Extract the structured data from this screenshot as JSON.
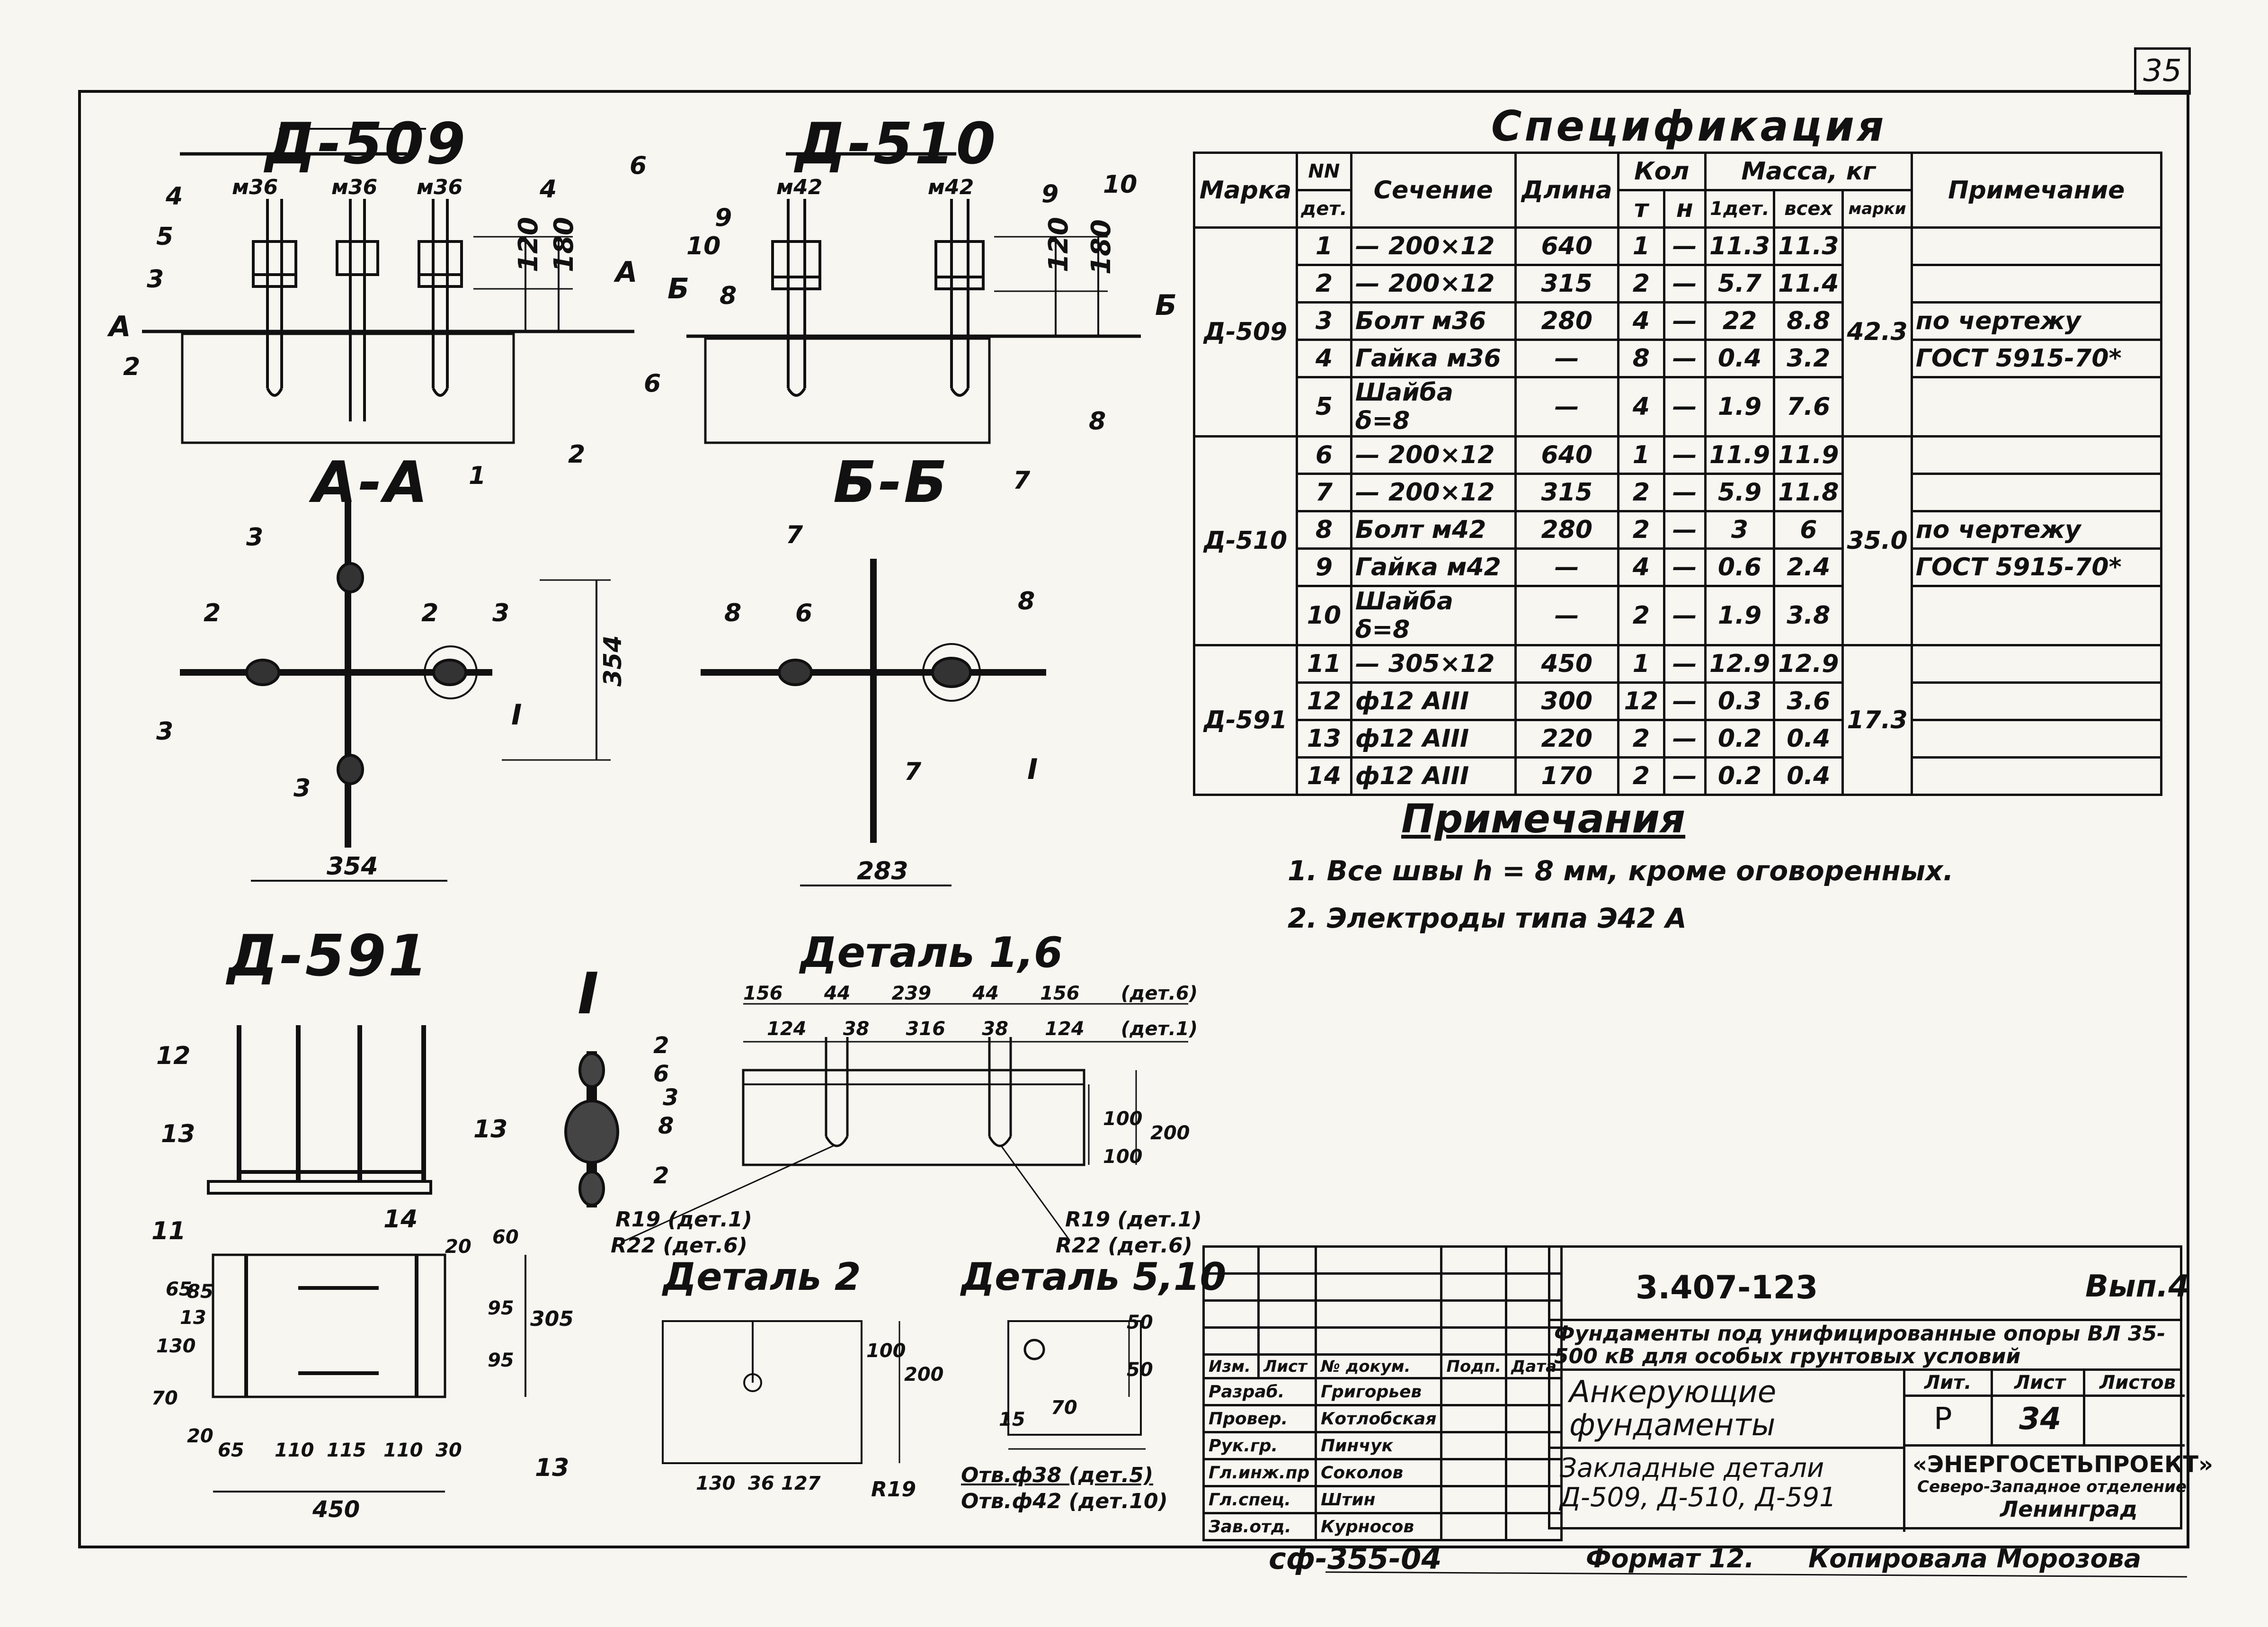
{
  "page_number": "35",
  "drawings": {
    "d509": {
      "title": "Д-509",
      "bolts": [
        "м36",
        "м36",
        "м36"
      ],
      "callouts": [
        "4",
        "5",
        "3",
        "2",
        "6",
        "4",
        "1",
        "2",
        "А",
        "А"
      ],
      "dims": [
        "120",
        "180"
      ]
    },
    "d510": {
      "title": "Д-510",
      "bolts": [
        "м42",
        "м42"
      ],
      "callouts": [
        "9",
        "10",
        "8",
        "6",
        "9",
        "10",
        "8",
        "7",
        "Б",
        "Б"
      ],
      "dims": [
        "120",
        "180"
      ]
    },
    "aa": {
      "title": "А-А",
      "callouts": [
        "3",
        "2",
        "2",
        "3",
        "3",
        "3",
        "I"
      ],
      "dims": [
        "354",
        "354"
      ]
    },
    "bb": {
      "title": "Б-Б",
      "callouts": [
        "7",
        "8",
        "6",
        "8",
        "7",
        "I"
      ],
      "dims": [
        "283"
      ]
    },
    "d591": {
      "title": "Д-591",
      "callouts": [
        "12",
        "13",
        "13",
        "11",
        "14",
        "13"
      ],
      "dims": [
        "65",
        "85",
        "13",
        "130",
        "95",
        "95",
        "305",
        "20",
        "65",
        "110",
        "115",
        "110",
        "30",
        "450",
        "70",
        "20",
        "60"
      ]
    },
    "detail_i": {
      "title": "I",
      "callouts": [
        "2",
        "6",
        "3",
        "8",
        "2"
      ]
    },
    "detail16": {
      "title": "Деталь 1,6",
      "row1": [
        "156",
        "44",
        "239",
        "44",
        "156",
        "(дет.6)"
      ],
      "row2": [
        "124",
        "38",
        "316",
        "38",
        "124",
        "(дет.1)"
      ],
      "dims": [
        "100",
        "100",
        "200"
      ],
      "r_left": [
        "R19 (дет.1)",
        "R22 (дет.6)"
      ],
      "r_right": [
        "R19 (дет.1)",
        "R22 (дет.6)"
      ]
    },
    "detail2": {
      "title": "Деталь 2",
      "dims": [
        "100",
        "200",
        "130",
        "36",
        "127"
      ],
      "r": "R19"
    },
    "detail510": {
      "title": "Деталь 5,10",
      "dims": [
        "50",
        "50",
        "70",
        "15"
      ],
      "notes": [
        "Отв.ф38 (дет.5)",
        "Отв.ф42 (дет.10)"
      ]
    }
  },
  "spec": {
    "title": "Спецификация",
    "headers": {
      "mark": "Марка",
      "nn": "NN",
      "nn2": "дет.",
      "section": "Сечение",
      "length": "Длина",
      "qty": "Кол",
      "qty_t": "т",
      "qty_n": "н",
      "mass": "Масса, кг",
      "m1": "1дет.",
      "m2": "всех",
      "m3": "марки",
      "note": "Примечание"
    },
    "groups": [
      {
        "mark": "Д-509",
        "total": "42.3",
        "rows": [
          {
            "n": "1",
            "section": "— 200×12",
            "length": "640",
            "t": "1",
            "h": "—",
            "m1": "11.3",
            "m2": "11.3",
            "note": ""
          },
          {
            "n": "2",
            "section": "— 200×12",
            "length": "315",
            "t": "2",
            "h": "—",
            "m1": "5.7",
            "m2": "11.4",
            "note": ""
          },
          {
            "n": "3",
            "section": "Болт м36",
            "length": "280",
            "t": "4",
            "h": "—",
            "m1": "22",
            "m2": "8.8",
            "note": "по чертежу"
          },
          {
            "n": "4",
            "section": "Гайка м36",
            "length": "—",
            "t": "8",
            "h": "—",
            "m1": "0.4",
            "m2": "3.2",
            "note": "ГОСТ 5915-70*"
          },
          {
            "n": "5",
            "section": "Шайба δ=8",
            "length": "—",
            "t": "4",
            "h": "—",
            "m1": "1.9",
            "m2": "7.6",
            "note": ""
          }
        ]
      },
      {
        "mark": "Д-510",
        "total": "35.0",
        "rows": [
          {
            "n": "6",
            "section": "— 200×12",
            "length": "640",
            "t": "1",
            "h": "—",
            "m1": "11.9",
            "m2": "11.9",
            "note": ""
          },
          {
            "n": "7",
            "section": "— 200×12",
            "length": "315",
            "t": "2",
            "h": "—",
            "m1": "5.9",
            "m2": "11.8",
            "note": ""
          },
          {
            "n": "8",
            "section": "Болт м42",
            "length": "280",
            "t": "2",
            "h": "—",
            "m1": "3",
            "m2": "6",
            "note": "по чертежу"
          },
          {
            "n": "9",
            "section": "Гайка м42",
            "length": "—",
            "t": "4",
            "h": "—",
            "m1": "0.6",
            "m2": "2.4",
            "note": "ГОСТ 5915-70*"
          },
          {
            "n": "10",
            "section": "Шайба δ=8",
            "length": "—",
            "t": "2",
            "h": "—",
            "m1": "1.9",
            "m2": "3.8",
            "note": ""
          }
        ]
      },
      {
        "mark": "Д-591",
        "total": "17.3",
        "rows": [
          {
            "n": "11",
            "section": "— 305×12",
            "length": "450",
            "t": "1",
            "h": "—",
            "m1": "12.9",
            "m2": "12.9",
            "note": ""
          },
          {
            "n": "12",
            "section": "ф12 АIII",
            "length": "300",
            "t": "12",
            "h": "—",
            "m1": "0.3",
            "m2": "3.6",
            "note": ""
          },
          {
            "n": "13",
            "section": "ф12 АIII",
            "length": "220",
            "t": "2",
            "h": "—",
            "m1": "0.2",
            "m2": "0.4",
            "note": ""
          },
          {
            "n": "14",
            "section": "ф12 АIII",
            "length": "170",
            "t": "2",
            "h": "—",
            "m1": "0.2",
            "m2": "0.4",
            "note": ""
          }
        ]
      }
    ]
  },
  "notes": {
    "title": "Примечания",
    "items": [
      "1. Все швы   h = 8 мм, кроме оговоренных.",
      "2. Электроды типа  Э42 А"
    ]
  },
  "title_block": {
    "doc_code": "3.407-123",
    "issue": "Вып.4",
    "description": "Фундаменты под унифицированные опоры ВЛ 35-500 кВ для особых грунтовых условий",
    "subtitle": "Анкерующие фундаменты",
    "sheet_title": "Закладные детали Д-509, Д-510, Д-591",
    "lit_label": "Лит.",
    "sheet_label": "Лист",
    "sheets_label": "Листов",
    "lit": "Р",
    "sheet": "34",
    "sheets": "",
    "org": "«ЭНЕРГОСЕТЬПРОЕКТ»",
    "org_branch": "Северо-Западное отделение",
    "org_city": "Ленинград",
    "role_headers": [
      "Изм.",
      "Лист",
      "№ докум.",
      "Подп.",
      "Дата"
    ],
    "roles": [
      {
        "role": "Разраб.",
        "name": "Григорьев"
      },
      {
        "role": "Провер.",
        "name": "Котлобская"
      },
      {
        "role": "Рук.гр.",
        "name": "Пинчук"
      },
      {
        "role": "Гл.инж.пр",
        "name": "Соколов"
      },
      {
        "role": "Гл.спец.",
        "name": "Штин"
      },
      {
        "role": "Зав.отд.",
        "name": "Курносов"
      }
    ]
  },
  "footer": {
    "code": "сф-355-04",
    "format": "Формат 12.",
    "copied": "Копировала Морозова"
  }
}
